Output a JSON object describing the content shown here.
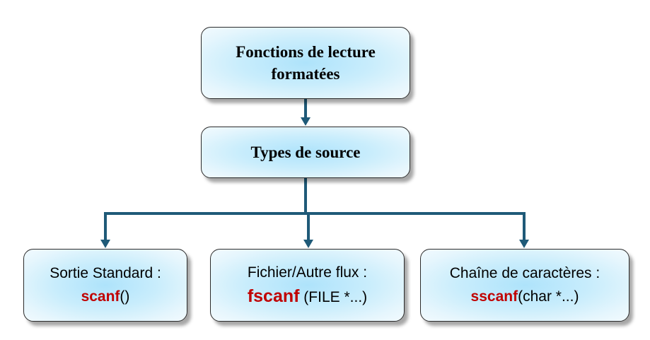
{
  "diagram": {
    "colors": {
      "connector": "#1f5a78",
      "node_fill": "#aee3fb",
      "node_border": "#2b2b2b",
      "function_name": "#c00000"
    },
    "root": {
      "line1": "Fonctions de lecture",
      "line2": "formatées"
    },
    "types": {
      "label": "Types de source"
    },
    "sources": [
      {
        "label": "Sortie Standard :",
        "function": "scanf",
        "args": "()"
      },
      {
        "label": "Fichier/Autre flux :",
        "function": "fscanf",
        "args": " (FILE *...)"
      },
      {
        "label": "Chaîne de caractères :",
        "function": "sscanf",
        "args": "(char *...)"
      }
    ]
  }
}
